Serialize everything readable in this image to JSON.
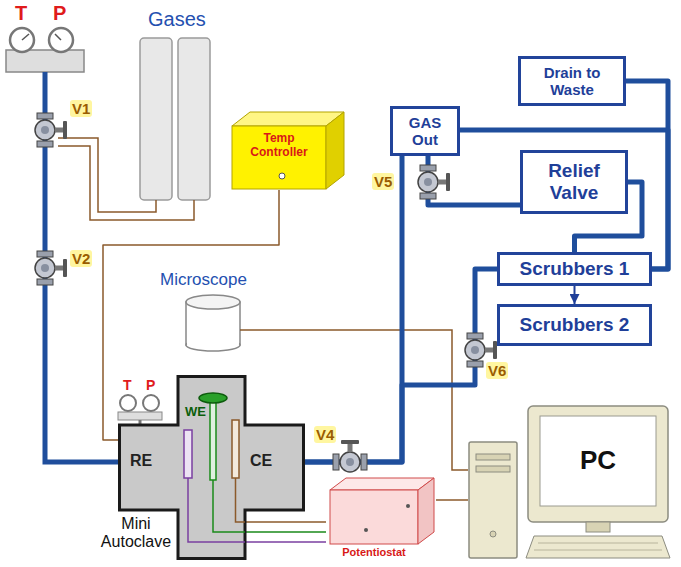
{
  "diagram": {
    "nodes": [
      {
        "text": [
          "Temp Controller"
        ]
      },
      {
        "text": [
          "Drain to Waste"
        ]
      },
      {
        "text": [
          "GAS Out"
        ]
      },
      {
        "text": [
          "Relief Valve"
        ]
      },
      {
        "text": [
          "Scrubbers 1"
        ]
      },
      {
        "text": [
          "Scrubbers 2"
        ]
      },
      {
        "text": [
          "Mini Autoclave"
        ]
      },
      {
        "text": [
          "Potentiostat"
        ]
      },
      {
        "text": [
          "PC"
        ]
      }
    ],
    "edges": [
      {
        "from": 0,
        "to": 6,
        "arrow": "none"
      },
      {
        "from": 6,
        "to": 2,
        "arrow": "none"
      },
      {
        "from": 2,
        "to": 3,
        "arrow": "none"
      },
      {
        "from": 6,
        "to": 4,
        "arrow": "none"
      },
      {
        "from": 2,
        "to": 4,
        "arrow": "none"
      },
      {
        "from": 1,
        "to": 4,
        "arrow": "none"
      },
      {
        "from": 3,
        "to": 4,
        "arrow": "none"
      },
      {
        "from": 4,
        "to": 5,
        "arrow": "to"
      },
      {
        "from": 6,
        "to": 7,
        "arrow": "none"
      },
      {
        "from": 6,
        "to": 7,
        "arrow": "none"
      },
      {
        "from": 6,
        "to": 7,
        "arrow": "none"
      },
      {
        "from": 7,
        "to": 8,
        "arrow": "none"
      }
    ],
    "labels": [
      "T",
      "P",
      "Gases",
      "V1",
      "V2",
      "Microscope",
      "T",
      "P",
      "WE",
      "RE",
      "CE",
      "V4",
      "V5",
      "V6"
    ]
  }
}
